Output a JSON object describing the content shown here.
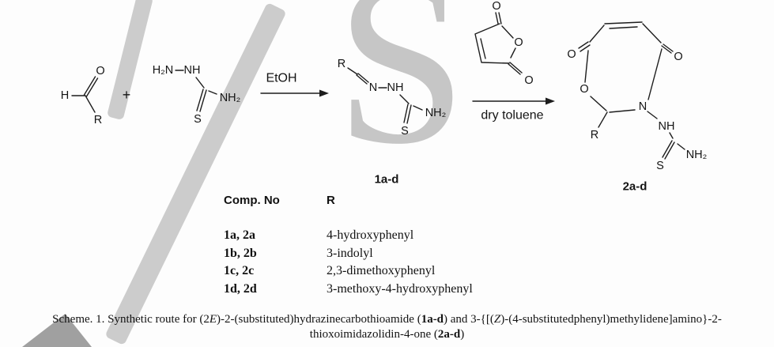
{
  "watermark": {
    "letter": "S"
  },
  "scheme": {
    "aldehyde": {
      "h": "H",
      "o": "O",
      "r": "R"
    },
    "plus": "+",
    "thiosemicarbazide": {
      "h2n": "H₂N",
      "nh": "NH",
      "s": "S",
      "nh2": "NH₂"
    },
    "step1": {
      "reagent": "EtOH"
    },
    "hydrazone": {
      "r": "R",
      "n": "N",
      "nh": "NH",
      "s": "S",
      "nh2": "NH₂",
      "label": "1a-d"
    },
    "maleic_anhydride": {
      "o_top": "O",
      "o_ring": "O",
      "o_bottom": "O"
    },
    "step2": {
      "solvent": "dry toluene"
    },
    "product": {
      "o_left": "O",
      "o_ring": "O",
      "o_right": "O",
      "n": "N",
      "nh": "NH",
      "r": "R",
      "s": "S",
      "nh2": "NH₂",
      "label": "2a-d"
    }
  },
  "table": {
    "headers": {
      "comp_no": "Comp. No",
      "r": "R"
    },
    "rows": [
      {
        "comp": "1a, 2a",
        "r": "4-hydroxyphenyl"
      },
      {
        "comp": "1b, 2b",
        "r": "3-indolyl"
      },
      {
        "comp": "1c, 2c",
        "r": "2,3-dimethoxyphenyl"
      },
      {
        "comp": "1d, 2d",
        "r": "3-methoxy-4-hydroxyphenyl"
      }
    ]
  },
  "caption": {
    "line1": [
      {
        "t": "Scheme. 1. Synthetic route for (2"
      },
      {
        "t": "E",
        "i": true
      },
      {
        "t": ")-2-(substituted)hydrazinecarbothioamide ("
      },
      {
        "t": "1a-d",
        "b": true
      },
      {
        "t": ") and 3-{[("
      },
      {
        "t": "Z",
        "i": true
      },
      {
        "t": ")-(4-substitutedphenyl)methylidene]amino}-2-"
      }
    ],
    "line2": [
      {
        "t": "thioxoimidazolidin-4-one ("
      },
      {
        "t": "2a-d",
        "b": true
      },
      {
        "t": ")"
      }
    ]
  }
}
